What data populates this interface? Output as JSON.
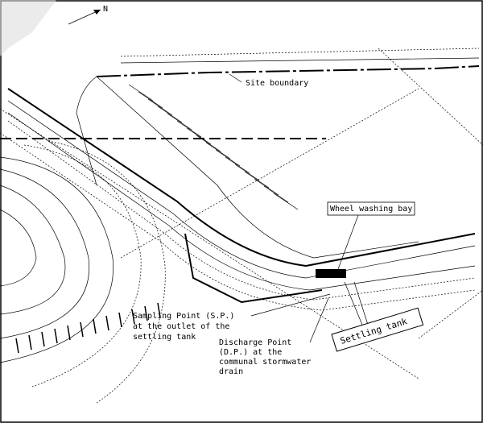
{
  "drawing": {
    "north_label": "N",
    "labels": {
      "site_boundary": "Site boundary",
      "wheel_washing_bay": "Wheel washing bay",
      "sampling_point": [
        "Sampling Point (S.P.)",
        "at the outlet of the",
        "settling tank"
      ],
      "discharge_point": [
        "Discharge Point",
        "(D.P.) at the",
        "communal stormwater",
        "drain"
      ],
      "settling_tank": "Settling tank"
    }
  }
}
